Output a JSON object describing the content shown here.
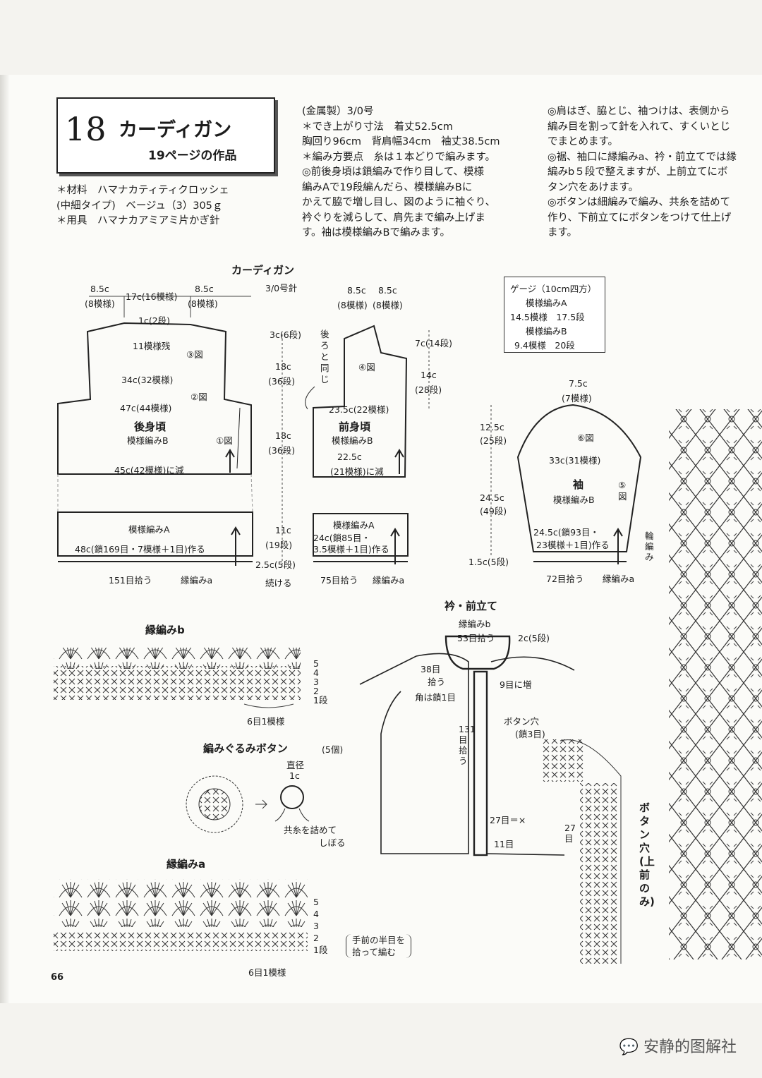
{
  "header": {
    "number": "18",
    "name": "カーディガン",
    "page_ref": "19ページの作品"
  },
  "materials": {
    "line1": "＊材料　ハマナカティティクロッシェ",
    "line2": "(中細タイプ)　ベージュ（3）305ｇ",
    "line3": "＊用具　ハマナカアミアミ片かぎ針"
  },
  "column2": [
    "(金属製）3/0号",
    "＊でき上がり寸法　着丈52.5cm",
    "胸回り96cm　背肩幅34cm　袖丈38.5cm",
    "＊編み方要点　糸は１本どりで編みます。",
    "◎前後身頃は鎖編みで作り目して、模様",
    "編みAで19段編んだら、模様編みBに",
    "かえて脇で増し目し、図のように袖ぐり、",
    "衿ぐりを減らして、肩先まで編み上げま",
    "す。袖は模様編みBで編みます。"
  ],
  "column3": [
    "◎肩はぎ、脇とじ、袖つけは、表側から",
    "編み目を割って針を入れて、すくいとじ",
    "でまとめます。",
    "◎裾、袖口に縁編みa、衿・前立てでは縁",
    "編みb５段で整えますが、上前立てにボ",
    "タン穴をあけます。",
    "◎ボタンは細編みで編み、共糸を詰めて",
    "作り、下前立てにボタンをつけて仕上げ",
    "ます。"
  ],
  "diagram": {
    "title": "カーディガン",
    "needle": "3/0号針",
    "gauge": {
      "title": "ゲージ（10cm四方）",
      "a_label": "模様編みA",
      "a_value": "14.5模様　17.5段",
      "b_label": "模様編みB",
      "b_value": "9.4模様　20段"
    },
    "back": {
      "top_left": "8.5c",
      "top_left_sub": "(8模様)",
      "top_mid": "17c(16模様)",
      "top_right": "8.5c",
      "top_right_sub": "(8模様)",
      "neck": "1c(2段)",
      "shoulder_rem": "11模様残",
      "fig3": "③図",
      "w34": "34c(32模様)",
      "fig2": "②図",
      "w47": "47c(44模様)",
      "name": "後身頃",
      "pattern": "模様編みB",
      "fig1": "①図",
      "w45": "45c(42模様)に減",
      "hem_pattern": "模様編みA",
      "hem_cast": "48c(鎖169目・7模様＋1目)作る",
      "pick": "151目拾う",
      "edge": "縁編みa"
    },
    "mid_dims": {
      "d3": "3c(6段)",
      "d18a": "18c",
      "d18a_sub": "(36段)",
      "d18b": "18c",
      "d18b_sub": "(36段)",
      "d11": "11c",
      "d11_sub": "(19段)",
      "d25": "2.5c(5段)",
      "cont": "続ける"
    },
    "front": {
      "top_left": "8.5c",
      "top_left_sub": "(8模様)",
      "top_right": "8.5c",
      "top_right_sub": "(8模様)",
      "same": "後ろと同じ",
      "fig4": "④図",
      "d7": "7c(14段)",
      "d14": "14c",
      "d14_sub": "(28段)",
      "w235": "23.5c(22模様)",
      "name": "前身頃",
      "pattern": "模様編みB",
      "w225": "22.5c",
      "w225_sub": "(21模様)に減",
      "hem_pattern": "模様編みA",
      "hem_cast1": "24c(鎖85目・",
      "hem_cast2": "3.5模様＋1目)作る",
      "pick": "75目拾う",
      "edge": "縁編みa"
    },
    "sleeve": {
      "top": "7.5c",
      "top_sub": "(7模様)",
      "fig6": "⑥図",
      "h125": "12.5c",
      "h125_sub": "(25段)",
      "w33": "33c(31模様)",
      "name": "袖",
      "pattern": "模様編みB",
      "fig5": "⑤図",
      "h245": "24.5c",
      "h245_sub": "(49段)",
      "cast1": "24.5c(鎖93目・",
      "cast2": "23模様＋1目)作る",
      "d15": "1.5c(5段)",
      "pick": "72目拾う",
      "edge": "縁編みa",
      "cuff": "輪編み"
    },
    "edge_b": {
      "title": "縁編みb",
      "rows": [
        "5",
        "4",
        "3",
        "2",
        "1段"
      ],
      "repeat": "6目1模様"
    },
    "button": {
      "title": "編みぐるみボタン",
      "count": "(5個)",
      "diameter": "直径",
      "size": "1c",
      "note1": "共糸を詰めて",
      "note2": "しぼる"
    },
    "edge_a": {
      "title": "縁編みa",
      "rows": [
        "5",
        "4",
        "3",
        "2",
        "1段"
      ],
      "note1": "手前の半目を",
      "note2": "拾って編む",
      "repeat": "6目1模様"
    },
    "collar": {
      "title": "衿・前立て",
      "edge": "縁編みb",
      "pick53": "53目拾う",
      "d2": "2c(5段)",
      "pick38a": "38目",
      "pick38b": "拾う",
      "inc9": "9目に増",
      "corner": "角は鎖1目",
      "btn_hole": "ボタン穴",
      "btn_hole_sub": "(鎖3目)",
      "pick131": "131目拾う",
      "n27": "27目＝×",
      "n11": "11目",
      "n27b": "27目",
      "vertical": "ボタン穴(上前のみ)"
    }
  },
  "page_number": "66",
  "watermark": "安静的图解社"
}
